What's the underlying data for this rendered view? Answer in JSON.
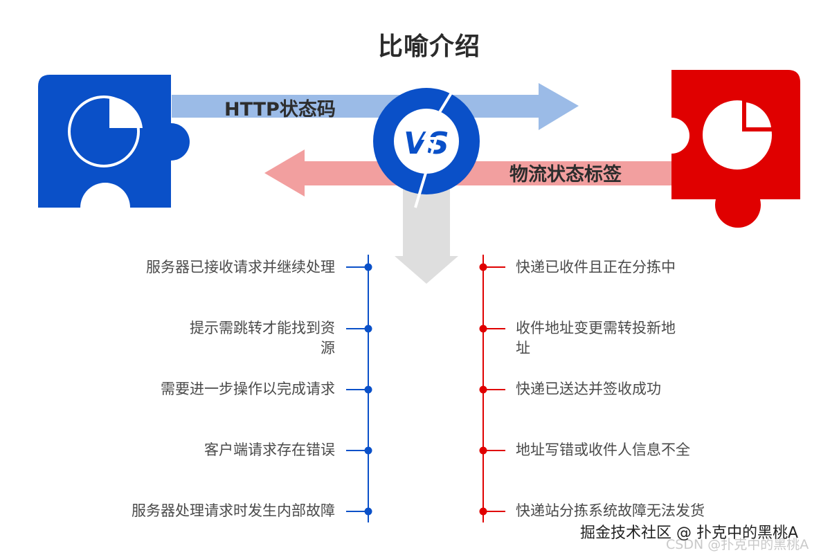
{
  "title": "比喻介绍",
  "left_label": "HTTP状态码",
  "right_label": "物流状态标签",
  "vs_icon": "vs-badge",
  "colors": {
    "blue": "#0a50c8",
    "red": "#e00000",
    "blue_arrow": "#9ab9e6",
    "red_arrow": "#f19e9e",
    "gray_arrow": "#dddddd"
  },
  "left_items": [
    "服务器已接收请求并继续处理",
    "提示需跳转才能找到资源",
    "需要进一步操作以完成请求",
    "客户端请求存在错误",
    "服务器处理请求时发生内部故障"
  ],
  "right_items": [
    "快递已收件且正在分拣中",
    "收件地址变更需转投新地址",
    "快递已送达并签收成功",
    "地址写错或收件人信息不全",
    "快递站分拣系统故障无法发货"
  ],
  "watermark": {
    "line1": "掘金技术社区 @ 扑克中的黑桃A",
    "line2": "CSDN @扑克中的黑桃A"
  }
}
